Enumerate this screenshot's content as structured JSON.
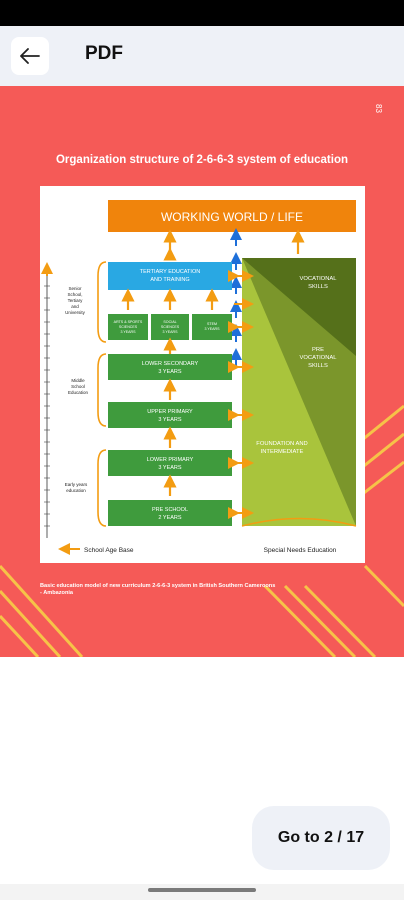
{
  "app_bar": {
    "title": "PDF",
    "back_icon": "arrow-left-icon"
  },
  "page": {
    "page_number": "83",
    "title": "Organization structure of 2-6-6-3 system of education",
    "caption_line1": "Basic education model of new curriculum 2-6-6-3 system in British Southern Cameroons",
    "caption_line2": "- Ambazonia"
  },
  "diagram": {
    "top_box": "WORKING WORLD / LIFE",
    "tertiary": [
      "TERTIARY EDUCATION",
      "AND TRAINING"
    ],
    "pathways": [
      [
        "ARTS & SPORTS",
        "SCIENCES",
        "3 YEARS"
      ],
      [
        "SOCIAL",
        "SCIENCES",
        "3 YEARS"
      ],
      [
        "STEM",
        "3 YEARS"
      ]
    ],
    "lower_secondary": [
      "LOWER SECONDARY",
      "3 YEARS"
    ],
    "upper_primary": [
      "UPPER PRIMARY",
      "3 YEARS"
    ],
    "lower_primary": [
      "LOWER PRIMARY",
      "3 YEARS"
    ],
    "pre_school": [
      "PRE SCHOOL",
      "2 YEARS"
    ],
    "vocational": [
      "VOCATIONAL",
      "SKILLS"
    ],
    "pre_vocational": [
      "PRE",
      "VOCATIONAL",
      "SKILLS"
    ],
    "foundation": [
      "FOUNDATION AND",
      "INTERMEDIATE"
    ],
    "side_senior": [
      "Senior",
      "School,",
      "Tertiary",
      "and",
      "University"
    ],
    "side_middle": [
      "Middle",
      "School",
      "Education"
    ],
    "side_early": [
      "Early years",
      "education"
    ],
    "school_age_base": "School Age Base",
    "special_needs": "Special Needs Education"
  },
  "goto": {
    "label": "Go to 2 / 17"
  },
  "colors": {
    "page_bg": "#f55a57",
    "orange": "#f39c12",
    "green": "#3f9b3d",
    "olive": "#8fac3a",
    "blue": "#29a8e3"
  }
}
